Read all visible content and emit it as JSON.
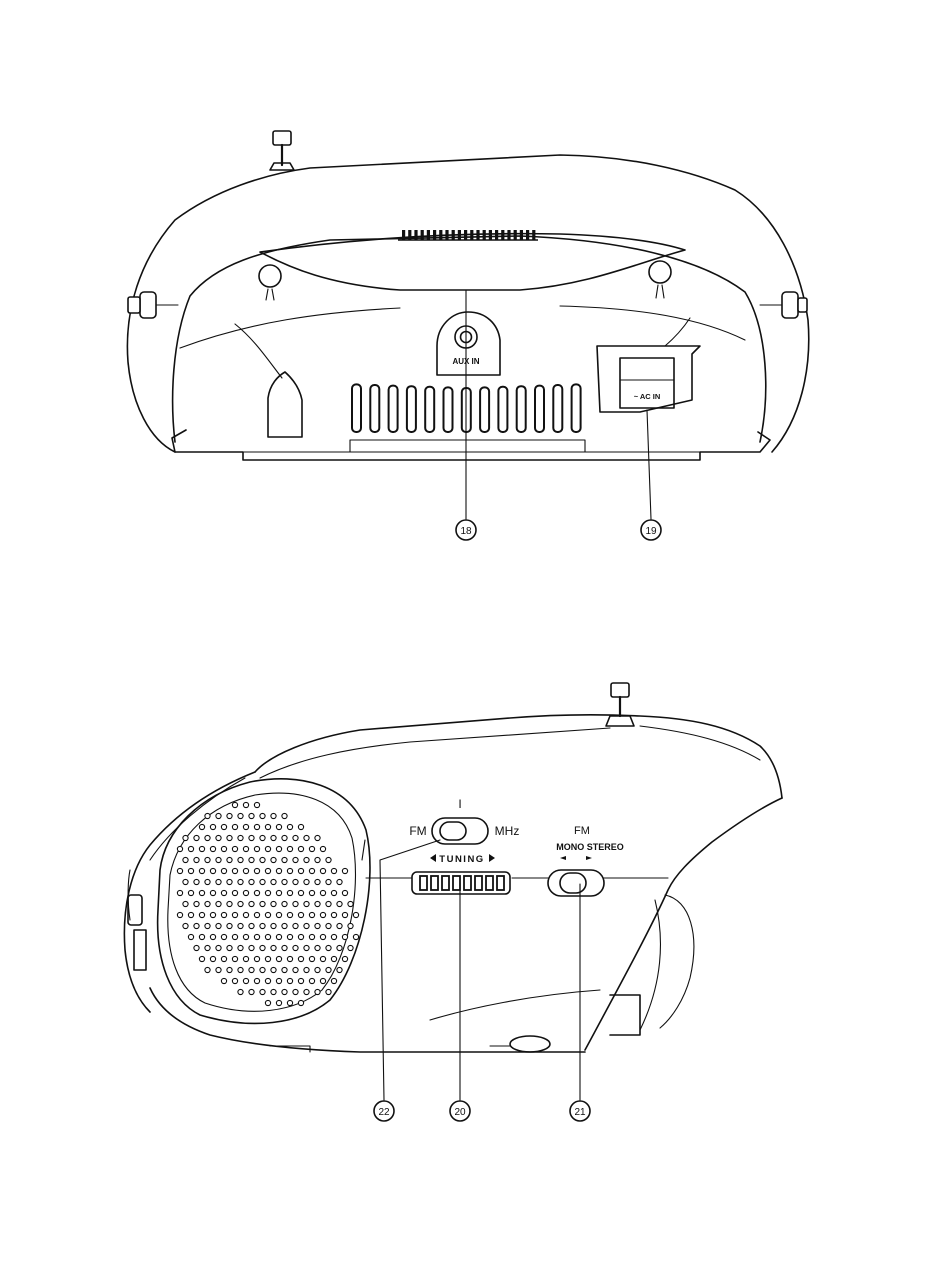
{
  "rear_view": {
    "jack_label_aux": "AUX IN",
    "jack_label_ac": "~ AC IN",
    "callouts": [
      "18",
      "19"
    ]
  },
  "side_view": {
    "band_switch_top_mark": "I",
    "band_label_left": "FM",
    "band_label_right": "MHz",
    "tuning_label": "TUNING",
    "stereo_title": "FM",
    "stereo_modes": "MONO STEREO",
    "callouts": [
      "22",
      "20",
      "21"
    ]
  }
}
